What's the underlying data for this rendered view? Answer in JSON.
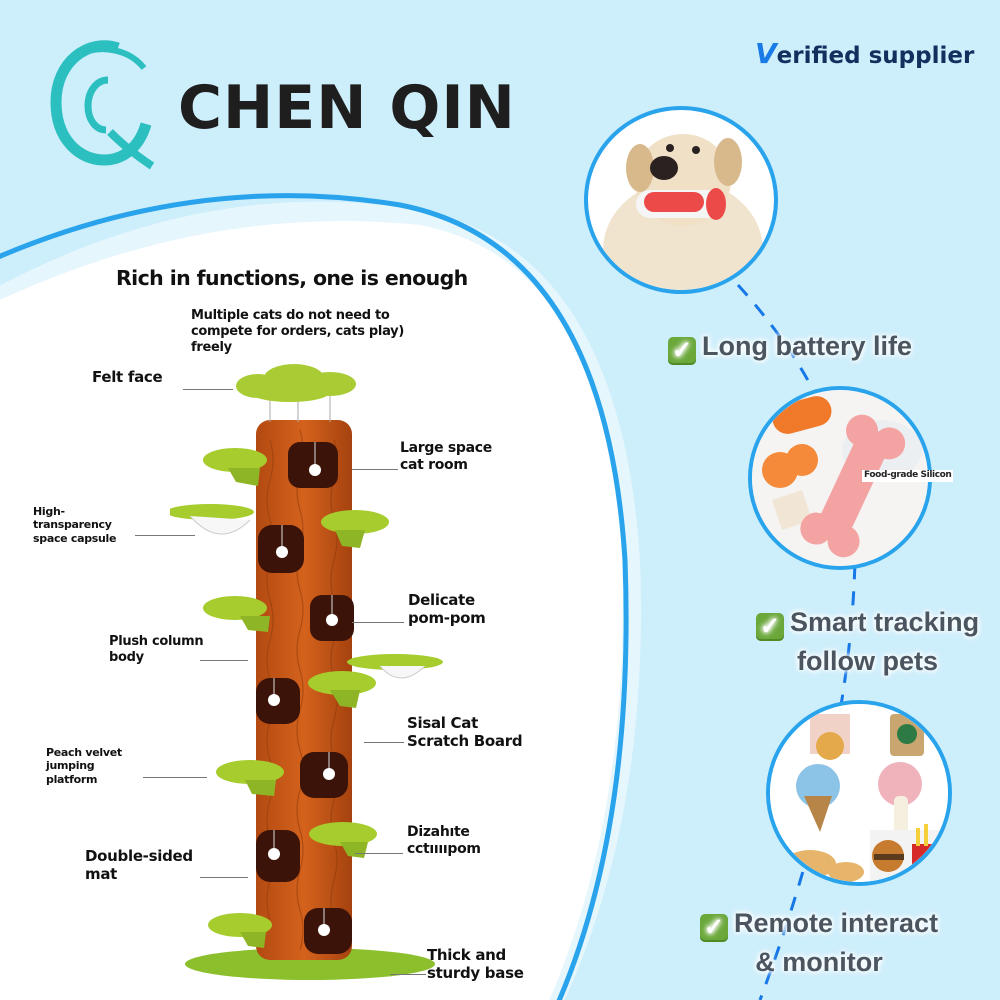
{
  "brand": {
    "logo_letters": "CQ",
    "name": "CHEN QIN",
    "verified_mark": "V",
    "verified_rest": "erified supplier",
    "colors": {
      "logo_teal": "#2bbfbf",
      "accent_blue": "#28a3ec",
      "verified_navy": "#12305e",
      "background": "#cdeefb"
    }
  },
  "product": {
    "headline": "Rich in functions, one is enough",
    "callouts": [
      {
        "id": "top-note",
        "lines": [
          "Multiple cats do not need to",
          "compete for orders, cats play)",
          "freely"
        ]
      },
      {
        "id": "felt-face",
        "lines": [
          "Felt face"
        ]
      },
      {
        "id": "large-space",
        "lines": [
          "Large space",
          "cat room"
        ]
      },
      {
        "id": "capsule",
        "lines": [
          "High-",
          "transparency",
          "space capsule"
        ]
      },
      {
        "id": "pom-pom",
        "lines": [
          "Delicate",
          "pom-pom"
        ]
      },
      {
        "id": "plush-column",
        "lines": [
          "Plush column",
          "body"
        ]
      },
      {
        "id": "sisal",
        "lines": [
          "Sisal Cat",
          "Scratch Board"
        ]
      },
      {
        "id": "peach-velvet",
        "lines": [
          "Peach velvet",
          "jumping",
          "platform"
        ]
      },
      {
        "id": "double-sided",
        "lines": [
          "Double-sided",
          "mat"
        ]
      },
      {
        "id": "garbled",
        "lines": [
          "Dizahıte",
          "cctııııpom"
        ]
      },
      {
        "id": "base",
        "lines": [
          "Thick and",
          "sturdy base"
        ]
      }
    ]
  },
  "features": [
    {
      "icon": "check-mark-icon",
      "lines": [
        "Long battery life"
      ]
    },
    {
      "icon": "check-mark-icon",
      "lines": [
        "Smart tracking",
        "follow pets"
      ]
    },
    {
      "icon": "check-mark-icon",
      "lines": [
        "Remote interact",
        "& monitor"
      ]
    }
  ],
  "photos": [
    {
      "name": "dog-with-chew-toy",
      "caption": ""
    },
    {
      "name": "pink-bone-toy",
      "caption": "Food-grade Silicon"
    },
    {
      "name": "plush-food-toys",
      "caption": ""
    }
  ]
}
